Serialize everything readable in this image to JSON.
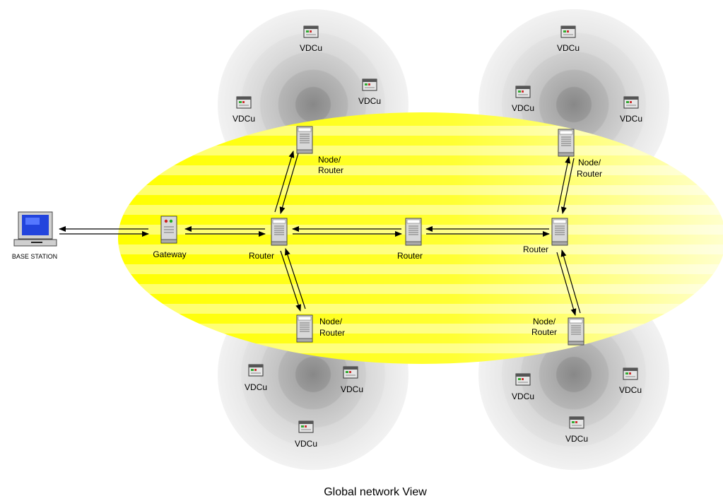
{
  "caption": "Global network View",
  "base_station": {
    "label": "BASE STATION"
  },
  "gateway": {
    "label": "Gateway"
  },
  "routers": [
    {
      "label": "Router"
    },
    {
      "label": "Router"
    },
    {
      "label": "Router"
    }
  ],
  "node_routers": [
    {
      "line1": "Node/",
      "line2": "Router"
    },
    {
      "line1": "Node/",
      "line2": "Router"
    },
    {
      "line1": "Node/",
      "line2": "Router"
    },
    {
      "line1": "Node/",
      "line2": "Router"
    }
  ],
  "vdcu_label": "VDCu",
  "colors": {
    "cloud_yellow": "#ffff33",
    "cloud_light": "#ffffcc",
    "halo_outer": "#eeeeee",
    "halo_inner": "#999999",
    "screen_blue": "#2244dd"
  },
  "icons": [
    "computer-icon",
    "server-icon",
    "vdcu-device-icon",
    "bidirectional-arrow"
  ]
}
